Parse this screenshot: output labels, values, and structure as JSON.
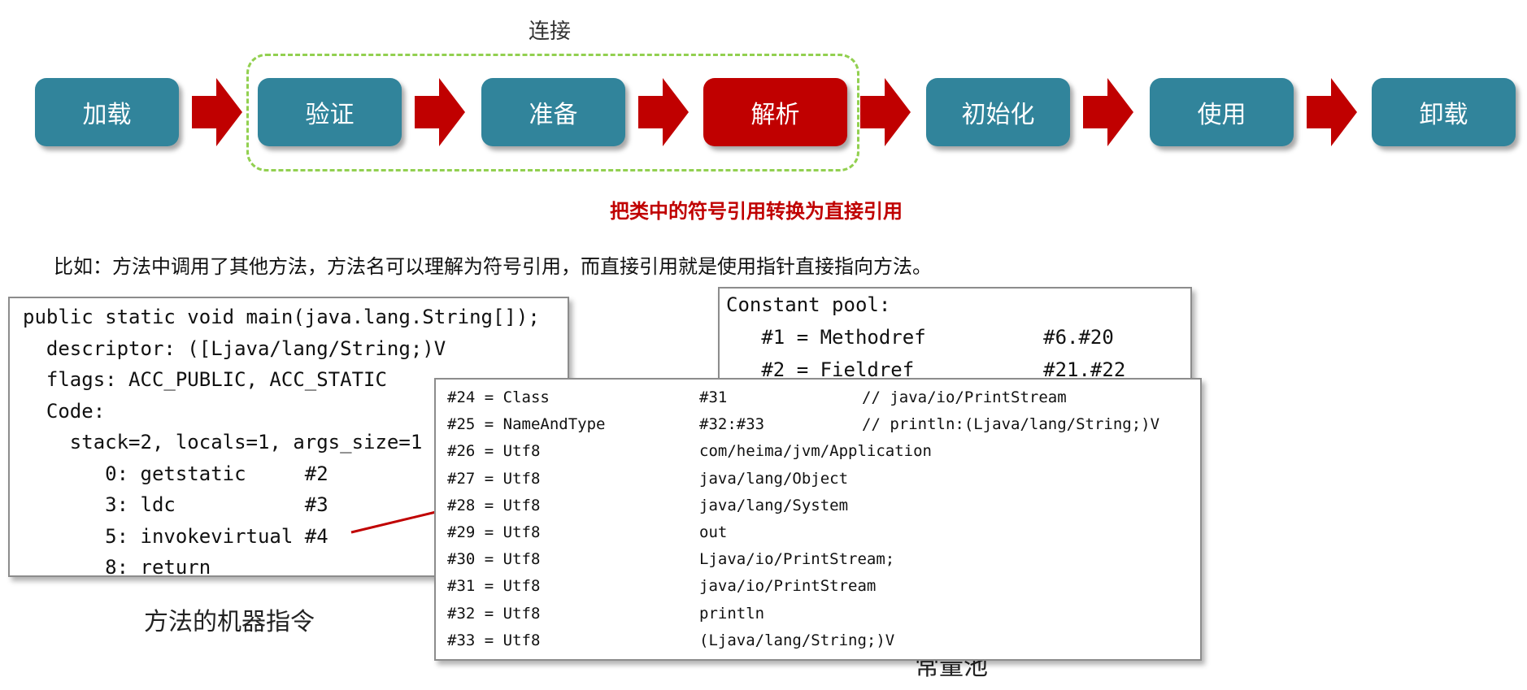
{
  "linking_label": "连接",
  "stages": [
    {
      "label": "加载",
      "active": false
    },
    {
      "label": "验证",
      "active": false
    },
    {
      "label": "准备",
      "active": false
    },
    {
      "label": "解析",
      "active": true
    },
    {
      "label": "初始化",
      "active": false
    },
    {
      "label": "使用",
      "active": false
    },
    {
      "label": "卸载",
      "active": false
    }
  ],
  "colors": {
    "stage": "#31849b",
    "active_stage": "#c00000",
    "arrow": "#c00000",
    "dashed_group": "#92d050"
  },
  "resolution_note": "把类中的符号引用转换为直接引用",
  "example_sentence": "比如：方法中调用了其他方法，方法名可以理解为符号引用，而直接引用就是使用指针直接指向方法。",
  "method_code": {
    "lines": [
      "public static void main(java.lang.String[]);",
      "  descriptor: ([Ljava/lang/String;)V",
      "  flags: ACC_PUBLIC, ACC_STATIC",
      "  Code:",
      "    stack=2, locals=1, args_size=1",
      "       0: getstatic     #2",
      "       3: ldc           #3",
      "       5: invokevirtual #4",
      "       8: return"
    ],
    "caption": "方法的机器指令"
  },
  "constant_pool": {
    "lines": [
      "Constant pool:",
      "   #1 = Methodref          #6.#20",
      "   #2 = Fieldref           #21.#22"
    ],
    "caption": "常量池"
  },
  "constant_pool_detail": [
    {
      "index": "#24 = Class",
      "ref": "#31",
      "comment": "// java/io/PrintStream"
    },
    {
      "index": "#25 = NameAndType",
      "ref": "#32:#33",
      "comment": "// println:(Ljava/lang/String;)V"
    },
    {
      "index": "#26 = Utf8",
      "ref": "com/heima/jvm/Application",
      "comment": ""
    },
    {
      "index": "#27 = Utf8",
      "ref": "java/lang/Object",
      "comment": ""
    },
    {
      "index": "#28 = Utf8",
      "ref": "java/lang/System",
      "comment": ""
    },
    {
      "index": "#29 = Utf8",
      "ref": "out",
      "comment": ""
    },
    {
      "index": "#30 = Utf8",
      "ref": "Ljava/io/PrintStream;",
      "comment": ""
    },
    {
      "index": "#31 = Utf8",
      "ref": "java/io/PrintStream",
      "comment": ""
    },
    {
      "index": "#32 = Utf8",
      "ref": "println",
      "comment": ""
    },
    {
      "index": "#33 = Utf8",
      "ref": "(Ljava/lang/String;)V",
      "comment": ""
    }
  ]
}
